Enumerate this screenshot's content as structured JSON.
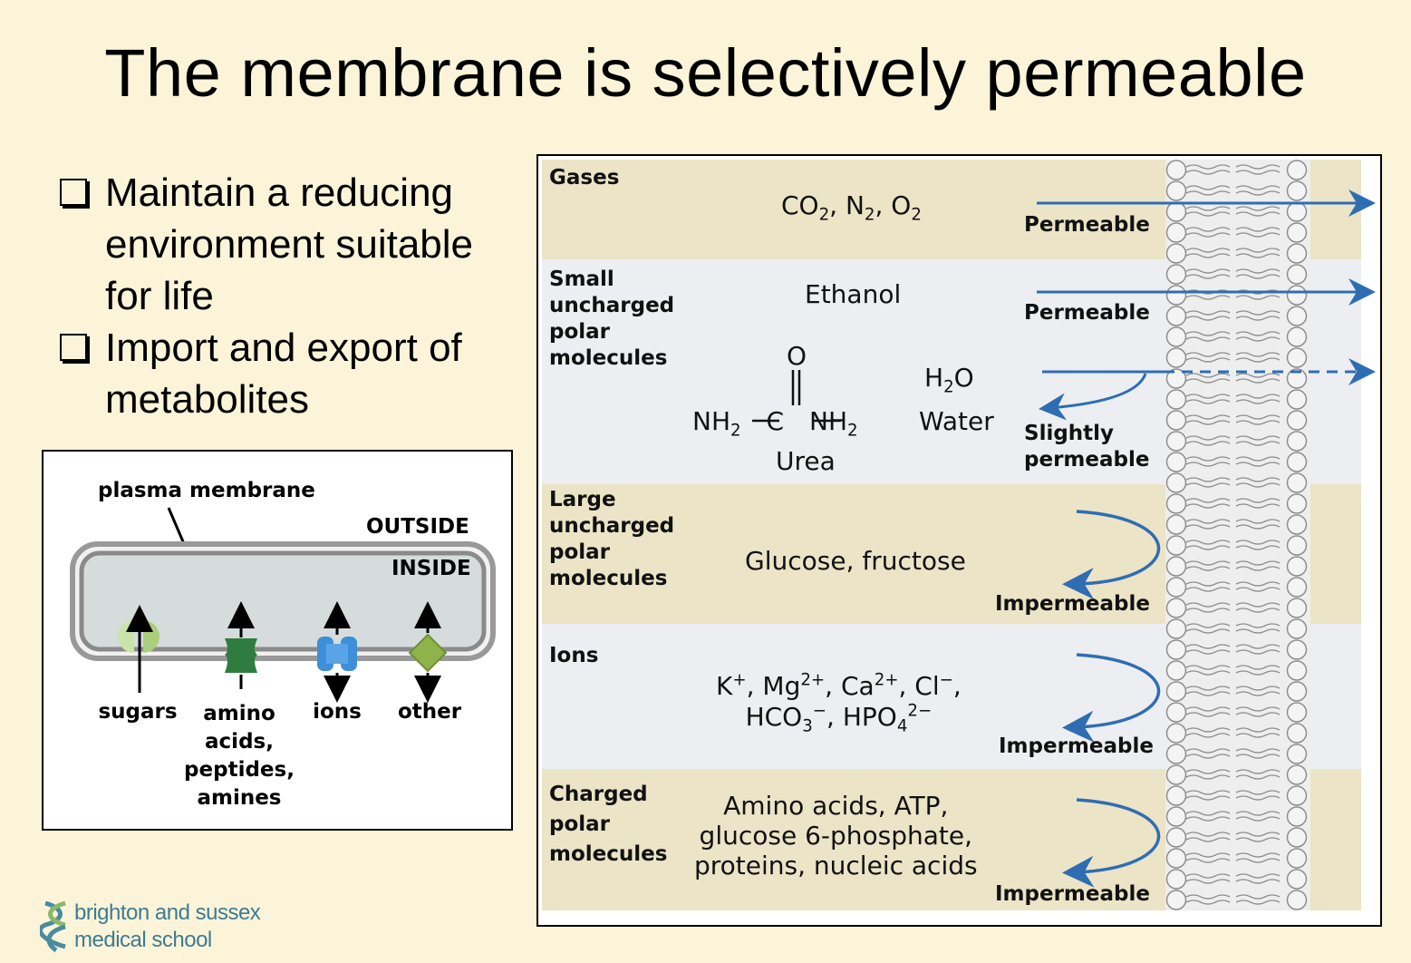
{
  "title": "The membrane is selectively permeable",
  "bullets": [
    "Maintain a reducing environment suitable for life",
    "Import and export of metabolites"
  ],
  "cell_diagram": {
    "membrane_label": "plasma membrane",
    "outside_label": "OUTSIDE",
    "inside_label": "INSIDE",
    "transporters": [
      {
        "label": "sugars",
        "color": "#b8d98e"
      },
      {
        "label": "amino acids, peptides, amines",
        "label_lines": [
          "amino",
          "acids,",
          "peptides,",
          "amines"
        ],
        "color": "#2e7d3e"
      },
      {
        "label": "ions",
        "color": "#3d8fd9"
      },
      {
        "label": "other",
        "color": "#8fb34a"
      }
    ]
  },
  "permeability": {
    "rows": [
      {
        "category": "Gases",
        "molecules": "CO2, N2, O2",
        "result": "Permeable"
      },
      {
        "category": "Small uncharged polar molecules",
        "molecules": "Ethanol",
        "result": "Permeable"
      },
      {
        "category": "Small uncharged polar molecules",
        "molecules": "Urea, H2O Water",
        "result": "Slightly permeable"
      },
      {
        "category": "Large uncharged polar molecules",
        "molecules": "Glucose, fructose",
        "result": "Impermeable"
      },
      {
        "category": "Ions",
        "molecules": "K+, Mg2+, Ca2+, Cl−, HCO3−, HPO42−",
        "result": "Impermeable"
      },
      {
        "category": "Charged polar molecules",
        "molecules": "Amino acids, ATP, glucose 6-phosphate, proteins, nucleic acids",
        "result": "Impermeable"
      }
    ],
    "labels": {
      "gases": "Gases",
      "small_l1": "Small",
      "small_l2": "uncharged",
      "small_l3": "polar",
      "small_l4": "molecules",
      "large_l1": "Large",
      "large_l2": "uncharged",
      "large_l3": "polar",
      "large_l4": "molecules",
      "ions": "Ions",
      "charged_l1": "Charged",
      "charged_l2": "polar",
      "charged_l3": "molecules",
      "ethanol": "Ethanol",
      "urea": "Urea",
      "water": "Water",
      "glucose": "Glucose, fructose",
      "charged_l_1": "Amino acids, ATP,",
      "charged_l_2": "glucose 6-phosphate,",
      "charged_l_3": "proteins, nucleic acids",
      "permeable": "Permeable",
      "slightly_1": "Slightly",
      "slightly_2": "permeable",
      "impermeable": "Impermeable"
    },
    "arrow_color": "#2f6db3"
  },
  "logo": {
    "line1": "brighton and sussex",
    "line2": "medical school",
    "color": "#3f7b90"
  }
}
